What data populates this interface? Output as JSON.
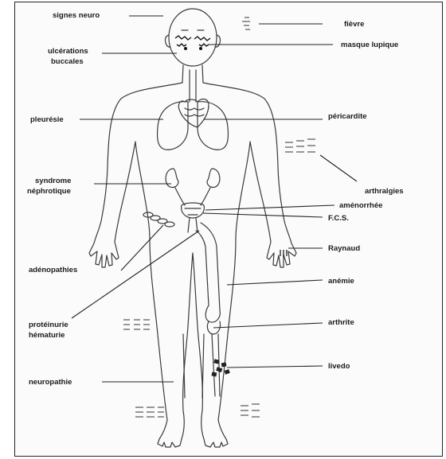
{
  "diagram": {
    "labels": {
      "signes_neuro": "signes neuro",
      "fievre": "fièvre",
      "ulcerations_1": "ulcérations",
      "ulcerations_2": "buccales",
      "masque_lupique": "masque lupique",
      "pleuresie": "pleurésie",
      "pericardite": "péricardite",
      "arthralgies": "arthralgies",
      "syndrome_1": "syndrome",
      "syndrome_2": "néphrotique",
      "amenorrhee": "aménorrhée",
      "fcs": "F.C.S.",
      "raynaud": "Raynaud",
      "adenopathies": "adénopathies",
      "anemie": "anémie",
      "proteinurie_1": "protéinurie",
      "proteinurie_2": "hématurie",
      "arthrite": "arthrite",
      "livedo": "livedo",
      "neuropathie": "neuropathie"
    }
  }
}
